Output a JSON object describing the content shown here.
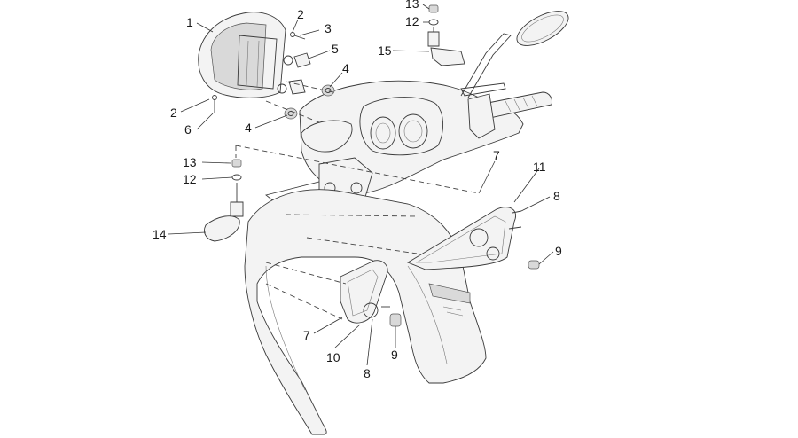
{
  "callouts": {
    "c1": "1",
    "c2a": "2",
    "c2b": "2",
    "c3": "3",
    "c4a": "4",
    "c4b": "4",
    "c5": "5",
    "c6": "6",
    "c7a": "7",
    "c7b": "7",
    "c8a": "8",
    "c8b": "8",
    "c9a": "9",
    "c9b": "9",
    "c10": "10",
    "c11": "11",
    "c12a": "12",
    "c12b": "12",
    "c13a": "13",
    "c13b": "13",
    "c14": "14",
    "c15": "15"
  }
}
